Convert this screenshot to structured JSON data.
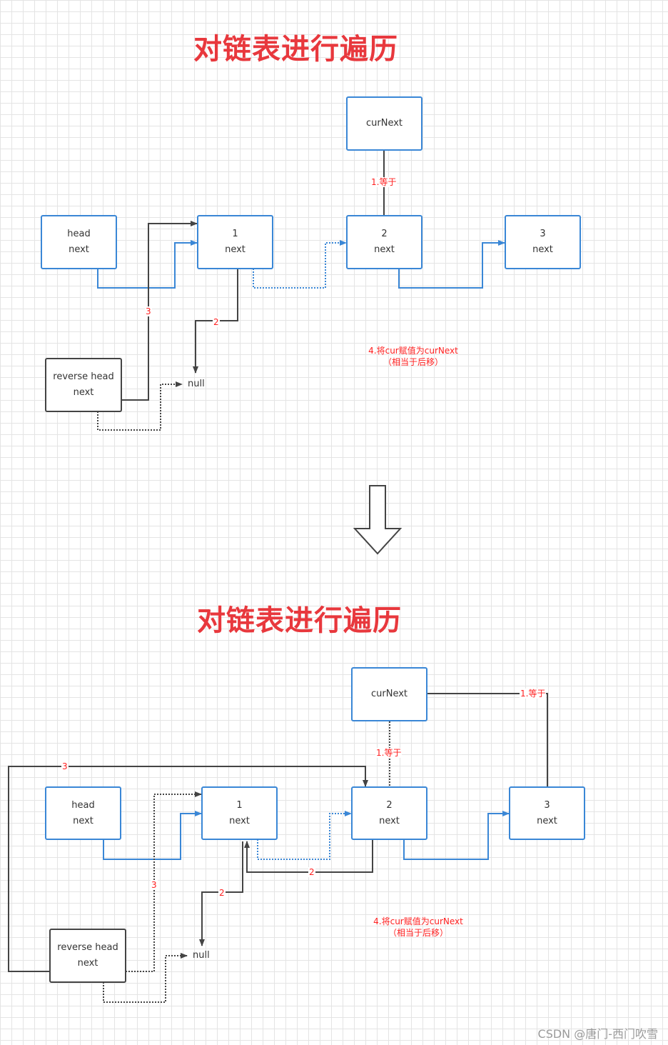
{
  "diagrams": [
    {
      "title": "对链表进行遍历",
      "nodes": {
        "curnext": {
          "line1": "curNext",
          "line2": ""
        },
        "head": {
          "line1": "head",
          "line2": "next"
        },
        "n1": {
          "line1": "1",
          "line2": "next"
        },
        "n2": {
          "line1": "2",
          "line2": "next"
        },
        "n3": {
          "line1": "3",
          "line2": "next"
        },
        "rev": {
          "line1": "reverse head",
          "line2": "next"
        }
      },
      "null_label": "null",
      "labels": {
        "eq": "1.等于",
        "step3": "3",
        "step2": "2"
      },
      "note": {
        "line1": "4.将cur赋值为curNext",
        "line2": "（相当于后移）"
      }
    },
    {
      "title": "对链表进行遍历",
      "nodes": {
        "curnext": {
          "line1": "curNext",
          "line2": ""
        },
        "head": {
          "line1": "head",
          "line2": "next"
        },
        "n1": {
          "line1": "1",
          "line2": "next"
        },
        "n2": {
          "line1": "2",
          "line2": "next"
        },
        "n3": {
          "line1": "3",
          "line2": "next"
        },
        "rev": {
          "line1": "reverse head",
          "line2": "next"
        }
      },
      "null_label": "null",
      "labels": {
        "eq_a": "1.等于",
        "eq_b": "1.等于",
        "step3_top": "3",
        "step3_mid": "3",
        "step2_a": "2",
        "step2_b": "2"
      },
      "note": {
        "line1": "4.将cur赋值为curNext",
        "line2": "（相当于后移）"
      }
    }
  ],
  "watermark": "CSDN @唐门-西门吹雪",
  "colors": {
    "title": "#e8383d",
    "blue": "#3a87d6",
    "dark": "#444444",
    "label_red": "#ff2020"
  }
}
